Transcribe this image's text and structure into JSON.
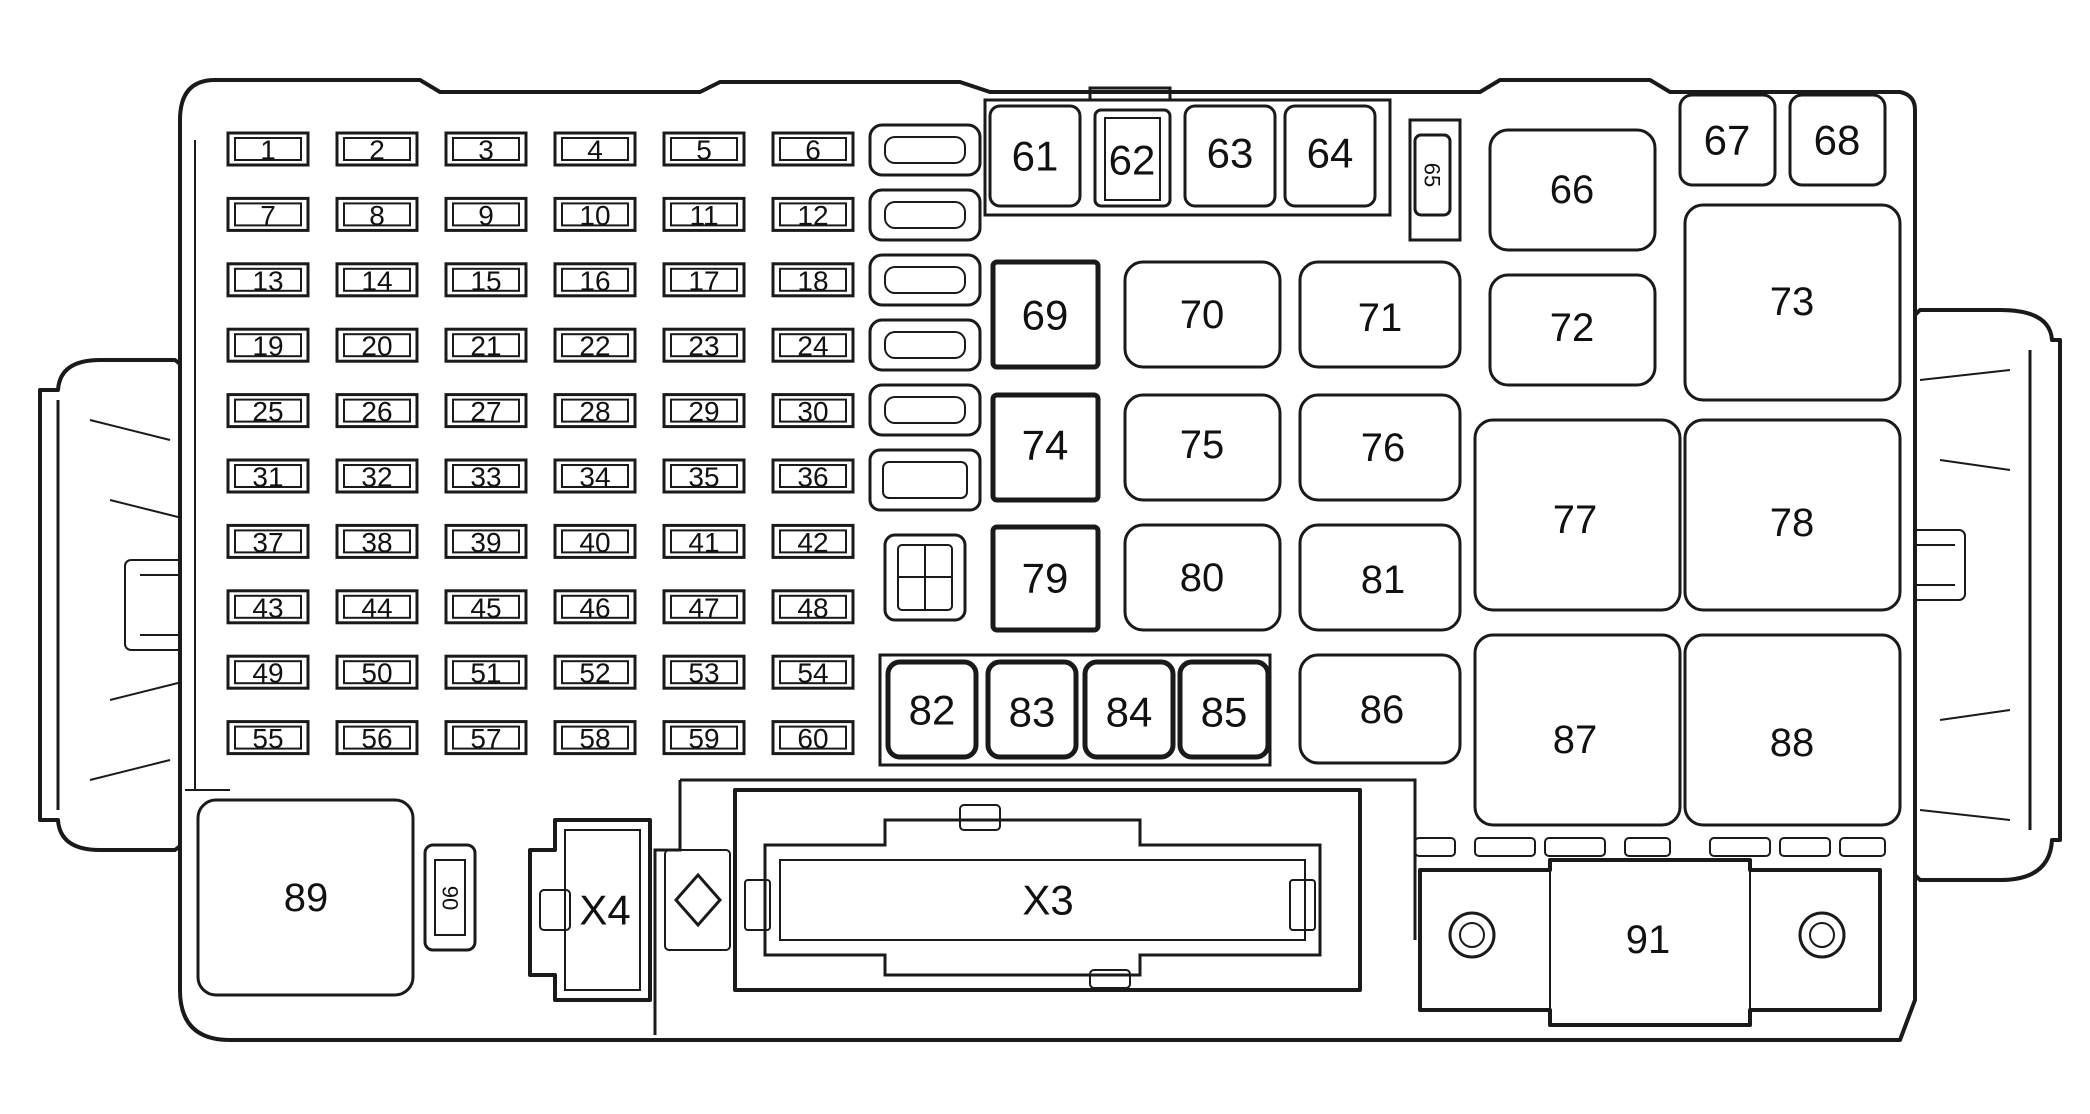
{
  "mini_fuses": [
    "1",
    "2",
    "3",
    "4",
    "5",
    "6",
    "7",
    "8",
    "9",
    "10",
    "11",
    "12",
    "13",
    "14",
    "15",
    "16",
    "17",
    "18",
    "19",
    "20",
    "21",
    "22",
    "23",
    "24",
    "25",
    "26",
    "27",
    "28",
    "29",
    "30",
    "31",
    "32",
    "33",
    "34",
    "35",
    "36",
    "37",
    "38",
    "39",
    "40",
    "41",
    "42",
    "43",
    "44",
    "45",
    "46",
    "47",
    "48",
    "49",
    "50",
    "51",
    "52",
    "53",
    "54",
    "55",
    "56",
    "57",
    "58",
    "59",
    "60"
  ],
  "components": {
    "c61": "61",
    "c62": "62",
    "c63": "63",
    "c64": "64",
    "c65": "65",
    "c66": "66",
    "c67": "67",
    "c68": "68",
    "c69": "69",
    "c70": "70",
    "c71": "71",
    "c72": "72",
    "c73": "73",
    "c74": "74",
    "c75": "75",
    "c76": "76",
    "c77": "77",
    "c78": "78",
    "c79": "79",
    "c80": "80",
    "c81": "81",
    "c82": "82",
    "c83": "83",
    "c84": "84",
    "c85": "85",
    "c86": "86",
    "c87": "87",
    "c88": "88",
    "c89": "89",
    "c90": "90",
    "c91": "91",
    "x3": "X3",
    "x4": "X4"
  }
}
